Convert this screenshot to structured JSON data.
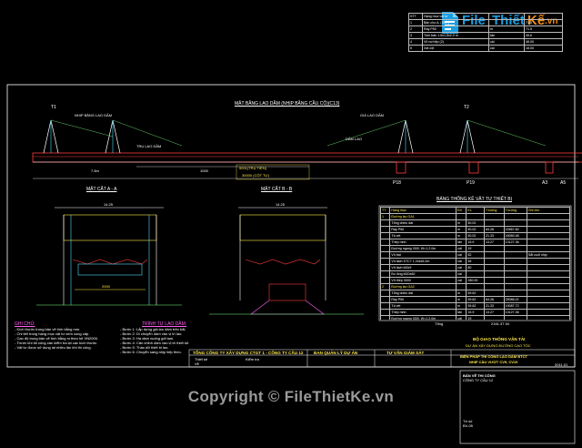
{
  "watermark": {
    "brand_part1": "File",
    "brand_part2": "Thiết",
    "brand_part3": "Kế",
    "brand_part4": ".vn",
    "copyright": "Copyright © FileThietKe.vn"
  },
  "colors": {
    "background": "#000000",
    "border": "#ffffff",
    "yellow": "#ffe94a",
    "cyan": "#4fe0ff",
    "green": "#7dff7d",
    "magenta": "#ff5cf4",
    "red": "#ff3b3b",
    "brand_blue": "#1a9ee0",
    "brand_orange": "#f28c1a"
  },
  "top_table": {
    "stt_header": "STT",
    "col_header": "Hạng mục vật tư",
    "rows": [
      {
        "stt": "1",
        "name": "Bản cho A, (SNT)",
        "u": "",
        "q": "71.5"
      },
      {
        "stt": "2",
        "name": "Ray P50",
        "u": "m",
        "q": "71.5"
      },
      {
        "stt": "3",
        "name": "Tôm bán 1.5x1.5x2.0 m",
        "u": "tấn",
        "q": "45.6"
      },
      {
        "stt": "4",
        "name": "Vít nơi tệp (2)",
        "u": "cái",
        "q": "48.00"
      },
      {
        "stt": "5",
        "name": "Xát cột",
        "u": "cái",
        "q": "18.00"
      }
    ]
  },
  "elevation": {
    "title": "MẶT BẰNG LAO DẦM (NHỊP BẰNG CẦU CỘ)(C13)",
    "labels": [
      "NHỊP BẰNG LAO DẦM",
      "GIÁ LAO DẦM",
      "TRỤ LAO DẦM",
      "DẦM LAO",
      "P18",
      "P19",
      "A3",
      "A5",
      "T1",
      "T2"
    ],
    "dims": [
      "5001(TRỤ TIÊN)",
      "30000 (CỘT TỰ)",
      "7.5m",
      "1000"
    ]
  },
  "section_a": {
    "title": "MẶT CẮT A - A",
    "dim_top": "14.25",
    "dim_mid": "2000"
  },
  "section_b": {
    "title": "MẶT CẮT B - B",
    "dim_top": "14.25"
  },
  "notes": {
    "title": "GHI CHÚ:",
    "lines": [
      "- Kích thước trong bản vẽ tính bằng mm.",
      "- Chi tiết trong hạng mục vật tư xem cung cấp.",
      "- Cao độ trong bản vẽ tính bằng m theo hệ VN2000.",
      "- Trước khi thi công cần kiểm tra lại các kích thước.",
      "- Vật tư được sử dụng lại nhiều lần khi thi công."
    ]
  },
  "procedure": {
    "title": "TRÌNH TỰ LAO DẦM:",
    "lines": [
      "- Bước 1: Lắp dựng giá lao dầm trên bãi.",
      "- Bước 2: Di chuyển dầm vào vị trí lao.",
      "- Bước 3: Hạ dầm xuống gối tạm.",
      "- Bước 4: Căn chỉnh dầm vào vị trí thiết kế.",
      "- Bước 5: Tháo dỡ thiết bị lao.",
      "- Bước 6: Chuyển sang nhịp tiếp theo."
    ]
  },
  "material_table": {
    "title": "BẢNG THỐNG KÊ VẬT TƯ THIẾT BỊ",
    "headers": [
      "TT",
      "Hạng mục",
      "ĐV",
      "KL",
      "T.lượng",
      "T.lượng",
      "Ghi chú"
    ],
    "rows": [
      [
        "1",
        "Đường lao GA1",
        "",
        "",
        "",
        "",
        ""
      ],
      [
        "",
        "Tổng chiều dài",
        "m",
        "50.02",
        "",
        "",
        ""
      ],
      [
        "",
        "Ray P50",
        "m",
        "50.02",
        "64.26",
        "22667.82",
        ""
      ],
      [
        "",
        "Tà vẹt",
        "m",
        "50.02",
        "21.33",
        "16060.48",
        ""
      ],
      [
        "",
        "Thép hình",
        "tấn",
        "15.9",
        "13.27",
        "13127.36",
        ""
      ],
      [
        "",
        "Đường ngang I300, W=1.2.0m",
        "cái",
        "19",
        "",
        "",
        ""
      ],
      [
        "",
        "Vít bát",
        "cái",
        "52",
        "",
        "",
        "Sắt cuối nhịp"
      ],
      [
        "",
        "Vít tách STC7 1.2x4x6.2m",
        "cái",
        "48",
        "",
        "",
        ""
      ],
      [
        "",
        "Vít tách M3x9",
        "cái",
        "80",
        "",
        "",
        ""
      ],
      [
        "",
        "Bu lông M20x60",
        "cái",
        "",
        "",
        "",
        ""
      ],
      [
        "",
        "Vít thép 3000",
        "cái",
        "280.00",
        "",
        "",
        ""
      ],
      [
        "2",
        "Đường lao GA2",
        "",
        "",
        "",
        "",
        ""
      ],
      [
        "",
        "Tổng chiều dài",
        "m",
        "59.62",
        "",
        "",
        ""
      ],
      [
        "",
        "Ray P50",
        "m",
        "59.62",
        "64.26",
        "25086.21",
        ""
      ],
      [
        "",
        "Tà vẹt",
        "m",
        "59.62",
        "21.33",
        "19087.72",
        ""
      ],
      [
        "",
        "Thép hình",
        "tấn",
        "15.9",
        "13.27",
        "13127.36",
        ""
      ],
      [
        "",
        "Đường ngang I300, W=1.2.0m",
        "cái",
        "19",
        "",
        "",
        ""
      ],
      [
        "",
        "Vít bát",
        "cái",
        "60",
        "",
        "",
        "Sắt cuối nhịp"
      ],
      [
        "",
        "Tấm ván STC7 1.2x4x6.2m",
        "cái",
        "40",
        "",
        "",
        ""
      ],
      [
        "",
        "Vít tách M3x9",
        "cái",
        "54",
        "",
        "",
        ""
      ],
      [
        "",
        "Ống xoay tệp",
        "cái",
        "56",
        "",
        "",
        ""
      ],
      [
        "",
        "Đường cáp",
        "cái",
        "95",
        "",
        "",
        ""
      ],
      [
        "",
        "Bu lông M20x60",
        "cái",
        "45.00",
        "",
        "",
        "Sắt cuối nhịp"
      ],
      [
        "",
        "Gỗ",
        "m³",
        "18.00",
        "",
        "",
        "Gỗ đệm đường ray"
      ],
      [
        "",
        "Ống chồng",
        "cái",
        "2",
        "",
        "",
        "Ống đệm hở ray"
      ],
      [
        "",
        "Vít thép 3000",
        "cái",
        "280.00",
        "",
        "",
        "Trường chồn ray"
      ]
    ],
    "total_label": "Tổng",
    "total_value": "2161.37.94"
  },
  "title_block": {
    "company": "TỔNG CÔNG TY XÂY DỰNG CTGT 1 - CÔNG TY CẦU 12",
    "project_board": "BAN QUẢN LÝ DỰ ÁN",
    "consultant": "TƯ VẤN GIÁM SÁT",
    "owner": "BỘ GIAO THÔNG VẬN TẢI",
    "project": "DỰ ÁN XÂY DỰNG ĐƯỜNG CAO TỐC",
    "drawing": "BIỆN PHÁP THI CÔNG LAO DẦM BTCT",
    "drawing2": "NHỊP CẦU VƯỢT CV9, CV10",
    "date": "2011.01",
    "rows_left": [
      "Thiết kế",
      "Vẽ",
      "Kiểm tra"
    ],
    "stamp_title": "BẢN VẼ THI CÔNG",
    "stamp_company": "CÔNG TY CẦU 12",
    "stamp_sheet": "Tờ số",
    "stamp_no": "BV-05"
  }
}
